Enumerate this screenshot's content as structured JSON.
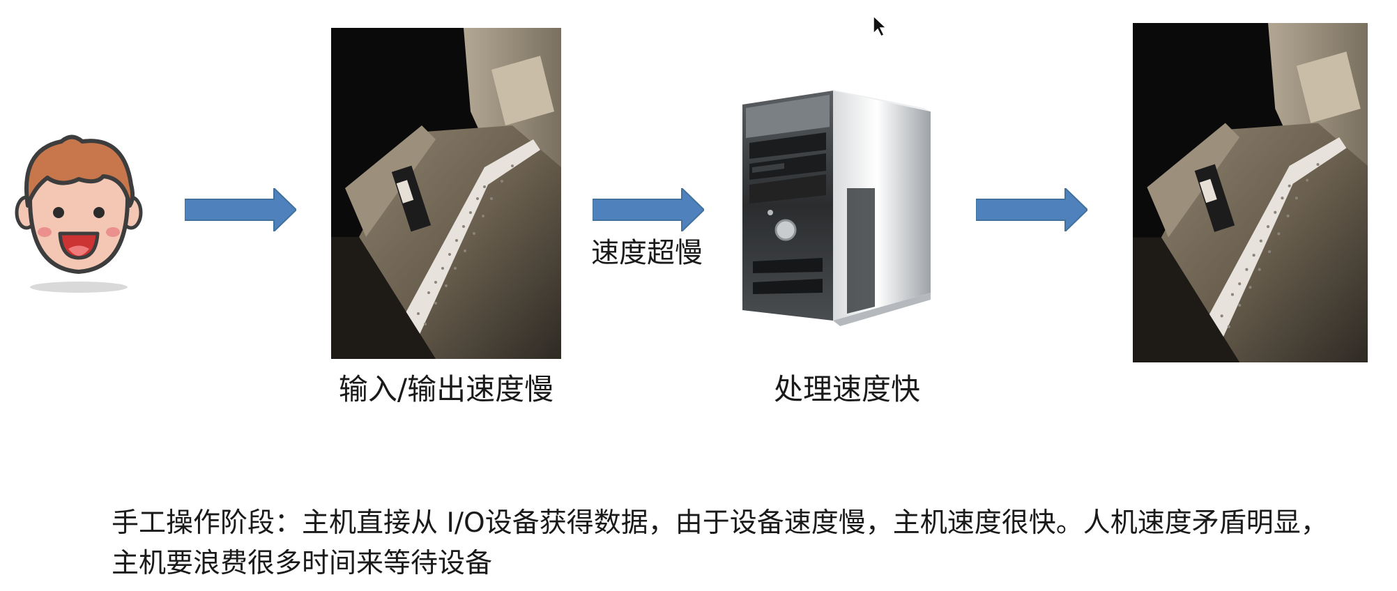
{
  "diagram": {
    "steps": [
      {
        "id": "user",
        "icon": "smiley-face-icon"
      },
      {
        "id": "card-reader-input",
        "icon": "punched-card-machine-image",
        "label": "输入/输出速度慢"
      },
      {
        "id": "computer",
        "icon": "computer-tower-image",
        "label": "处理速度快"
      },
      {
        "id": "card-reader-output",
        "icon": "punched-card-machine-image"
      }
    ],
    "arrows": [
      {
        "from": "user",
        "to": "card-reader-input",
        "color": "#4f81bd"
      },
      {
        "from": "card-reader-input",
        "to": "computer",
        "color": "#4f81bd",
        "label": "速度超慢"
      },
      {
        "from": "computer",
        "to": "card-reader-output",
        "color": "#4f81bd"
      }
    ]
  },
  "caption": {
    "text": "手工操作阶段：主机直接从 I/O设备获得数据，由于设备速度慢，主机速度很快。人机速度矛盾明显，主机要浪费很多时间来等待设备"
  },
  "colors": {
    "arrow": "#4f81bd",
    "text": "#1a1a1a",
    "background": "#ffffff"
  }
}
